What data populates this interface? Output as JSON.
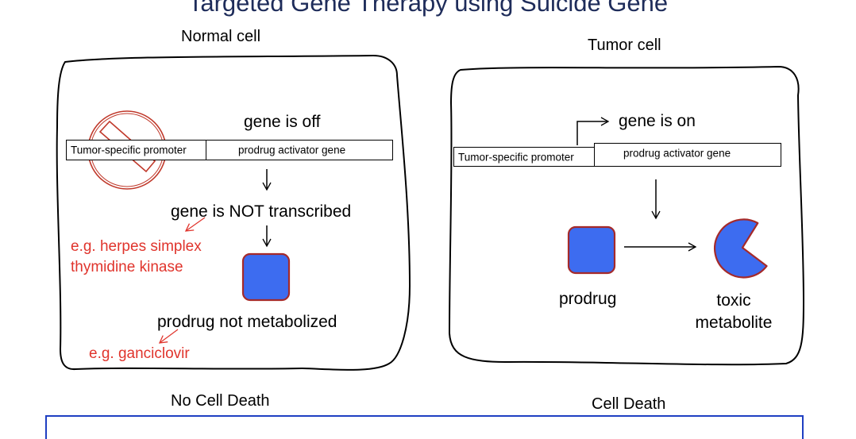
{
  "title": "Targeted Gene Therapy using Suicide Gene",
  "normal": {
    "heading": "Normal cell",
    "status": "gene is off",
    "promoter": "Tumor-specific promoter",
    "gene": "prodrug activator gene",
    "transcription": "gene is NOT transcribed",
    "example_enzyme": "e.g. herpes simplex thymidine kinase",
    "example_enzyme_line1": "e.g. herpes simplex",
    "example_enzyme_line2": "thymidine kinase",
    "prodrug_status": "prodrug not metabolized",
    "example_prodrug": "e.g. ganciclovir",
    "outcome": "No Cell Death"
  },
  "tumor": {
    "heading": "Tumor cell",
    "status": "gene is on",
    "promoter": "Tumor-specific promoter",
    "gene": "prodrug activator gene",
    "prodrug_label": "prodrug",
    "metabolite_label_line1": "toxic",
    "metabolite_label_line2": "metabolite",
    "outcome": "Cell Death"
  },
  "colors": {
    "title": "#1e2c5a",
    "shape_fill": "#3d6cf0",
    "shape_border": "#a52a2a",
    "annotation": "#e0342c",
    "prohibition": "#c0392b",
    "frame": "#1f3fc2"
  }
}
